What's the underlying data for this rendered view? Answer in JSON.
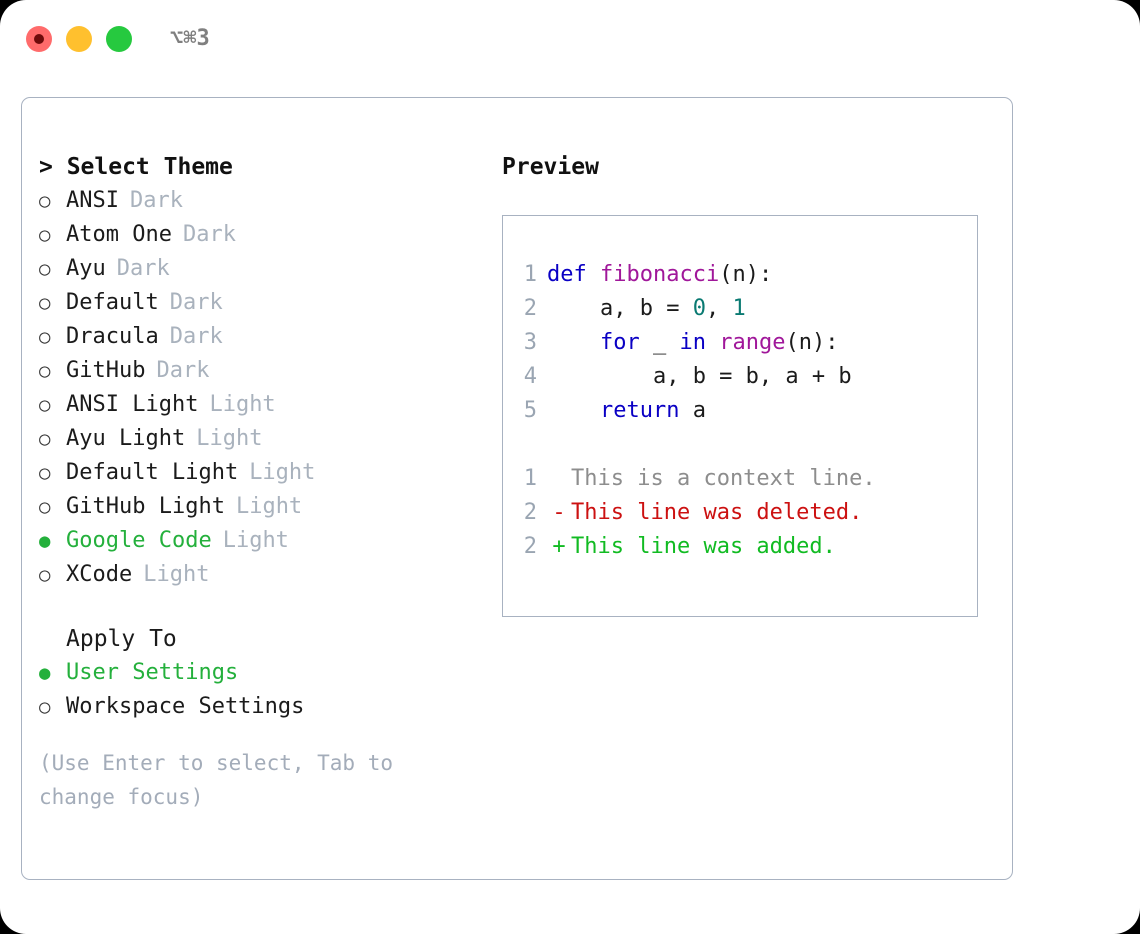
{
  "window": {
    "shortcut_label": "⌥⌘3",
    "traffic_lights": [
      {
        "name": "close",
        "color": "#ff6b6b"
      },
      {
        "name": "minimize",
        "color": "#ffc02e"
      },
      {
        "name": "maximize",
        "color": "#26c93f"
      }
    ]
  },
  "theme_section": {
    "heading": "> Select Theme",
    "selected_index": 10,
    "options": [
      {
        "bullet": "○",
        "label": "ANSI",
        "badge": "Dark",
        "selected": false
      },
      {
        "bullet": "○",
        "label": "Atom One",
        "badge": "Dark",
        "selected": false
      },
      {
        "bullet": "○",
        "label": "Ayu",
        "badge": "Dark",
        "selected": false
      },
      {
        "bullet": "○",
        "label": "Default",
        "badge": "Dark",
        "selected": false
      },
      {
        "bullet": "○",
        "label": "Dracula",
        "badge": "Dark",
        "selected": false
      },
      {
        "bullet": "○",
        "label": "GitHub",
        "badge": "Dark",
        "selected": false
      },
      {
        "bullet": "○",
        "label": "ANSI Light",
        "badge": "Light",
        "selected": false
      },
      {
        "bullet": "○",
        "label": "Ayu Light",
        "badge": "Light",
        "selected": false
      },
      {
        "bullet": "○",
        "label": "Default Light",
        "badge": "Light",
        "selected": false
      },
      {
        "bullet": "○",
        "label": "GitHub Light",
        "badge": "Light",
        "selected": false
      },
      {
        "bullet": "●",
        "label": "Google Code",
        "badge": "Light",
        "selected": true
      },
      {
        "bullet": "○",
        "label": "XCode",
        "badge": "Light",
        "selected": false
      }
    ]
  },
  "apply_section": {
    "heading": "Apply To",
    "options": [
      {
        "bullet": "●",
        "label": "User Settings",
        "selected": true
      },
      {
        "bullet": "○",
        "label": "Workspace Settings",
        "selected": false
      }
    ]
  },
  "hint": "(Use Enter to select, Tab to change focus)",
  "preview": {
    "heading": "Preview",
    "code_lines": [
      {
        "num": "1",
        "tokens": [
          {
            "t": "def ",
            "c": "kw"
          },
          {
            "t": "fibonacci",
            "c": "fn"
          },
          {
            "t": "(n):",
            "c": "pl"
          }
        ]
      },
      {
        "num": "2",
        "tokens": [
          {
            "t": "    a, b = ",
            "c": "pl"
          },
          {
            "t": "0",
            "c": "num"
          },
          {
            "t": ", ",
            "c": "pl"
          },
          {
            "t": "1",
            "c": "num"
          }
        ]
      },
      {
        "num": "3",
        "tokens": [
          {
            "t": "    ",
            "c": "pl"
          },
          {
            "t": "for",
            "c": "kw"
          },
          {
            "t": " _ ",
            "c": "pl"
          },
          {
            "t": "in",
            "c": "kw"
          },
          {
            "t": " ",
            "c": "pl"
          },
          {
            "t": "range",
            "c": "fn"
          },
          {
            "t": "(n):",
            "c": "pl"
          }
        ]
      },
      {
        "num": "4",
        "tokens": [
          {
            "t": "        a, b = b, a + b",
            "c": "pl"
          }
        ]
      },
      {
        "num": "5",
        "tokens": [
          {
            "t": "    ",
            "c": "pl"
          },
          {
            "t": "return",
            "c": "kw"
          },
          {
            "t": " a",
            "c": "pl"
          }
        ]
      }
    ],
    "diff_lines": [
      {
        "num": "1",
        "marker": " ",
        "text": "This is a context line.",
        "kind": "ctx"
      },
      {
        "num": "2",
        "marker": "-",
        "text": "This line was deleted.",
        "kind": "del"
      },
      {
        "num": "2",
        "marker": "+",
        "text": "This line was added.",
        "kind": "add"
      }
    ]
  },
  "colors": {
    "accent_green": "#24b03c",
    "keyword": "#0a00c4",
    "function": "#a0179a",
    "number": "#0a7a72",
    "diff_deleted": "#cc1111",
    "diff_added": "#11bb22",
    "muted": "#a9b2bd",
    "border": "#a8b2c1"
  }
}
